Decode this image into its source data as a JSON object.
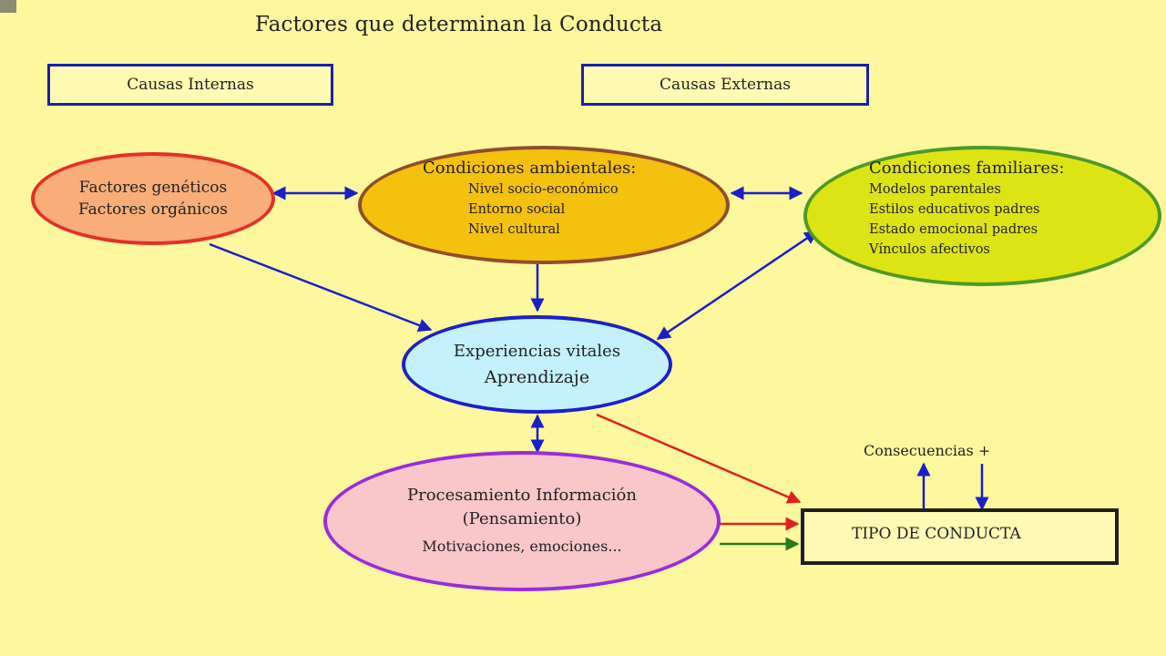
{
  "title": "Factores que determinan la Conducta",
  "boxes": {
    "internas": "Causas Internas",
    "externas": "Causas Externas",
    "tipo_conducta": "TIPO DE CONDUCTA"
  },
  "nodes": {
    "geneticos": {
      "line1": "Factores genéticos",
      "line2": "Factores orgánicos"
    },
    "ambientales": {
      "heading": "Condiciones ambientales:",
      "items": [
        "Nivel socio-económico",
        "Entorno social",
        "Nivel cultural"
      ]
    },
    "familiares": {
      "heading": "Condiciones familiares:",
      "items": [
        "Modelos parentales",
        "Estilos educativos padres",
        "Estado emocional padres",
        "Vínculos afectivos"
      ]
    },
    "experiencias": {
      "line1": "Experiencias vitales",
      "line2": "Aprendizaje"
    },
    "procesamiento": {
      "line1": "Procesamiento Información",
      "line2": "(Pensamiento)",
      "line3": "Motivaciones, emociones..."
    }
  },
  "consecuencias": "Consecuencias  +",
  "colors": {
    "background": "#fdf79e",
    "arrow_blue": "#1a1fc8",
    "arrow_red": "#e0201c",
    "arrow_green": "#2a7a1e"
  }
}
